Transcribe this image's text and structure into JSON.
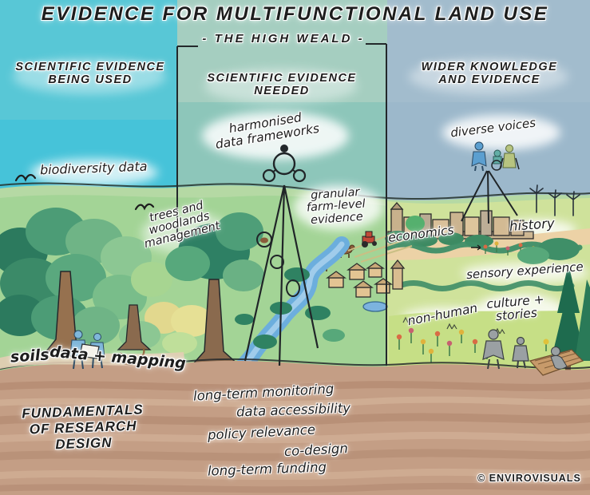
{
  "title": "EVIDENCE FOR MULTIFUNCTIONAL LAND USE",
  "subtitle": "- THE HIGH WEALD -",
  "columns": {
    "left": "SCIENTIFIC EVIDENCE\nBEING USED",
    "middle": "SCIENTIFIC EVIDENCE\nNEEDED",
    "right": "WIDER KNOWLEDGE\nAND EVIDENCE"
  },
  "annotations": {
    "biodiversity": "biodiversity data",
    "trees_woodlands": "trees and\nwoodlands\nmanagement",
    "harmonised": "harmonised\ndata frameworks",
    "granular": "granular\nfarm-level\nevidence",
    "diverse_voices": "diverse voices",
    "economics": "economics",
    "history": "history",
    "sensory": "sensory experience",
    "non_human": "non-human",
    "culture_stories": "culture +\nstories",
    "soils": "soils",
    "data_mapping": "data + mapping"
  },
  "research": {
    "heading": "FUNDAMENTALS\nOF RESEARCH\nDESIGN",
    "items": [
      "long-term monitoring",
      "data accessibility",
      "policy relevance",
      "co-design",
      "long-term funding"
    ]
  },
  "credit": "© ENVIROVISUALS",
  "palette": {
    "left_sky": "#4cc3d8",
    "middle_sky": "#8dc6ba",
    "right_sky": "#9fbacc",
    "hills_green": "#a3d496",
    "field_yellow_green": "#d4e49c",
    "river_blue": "#6caedd",
    "soil_brown": "#c49e85",
    "ink": "#1d1d1d"
  }
}
